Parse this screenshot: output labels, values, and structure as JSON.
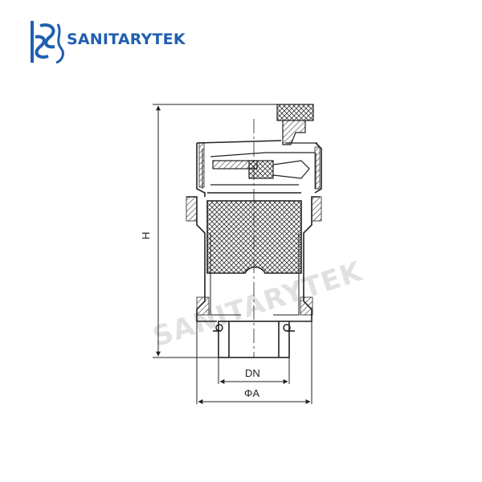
{
  "brand": {
    "name": "SANITARYTEK",
    "color": "#1f5fb0",
    "icon": "sanitarytek-logo-icon"
  },
  "watermark": {
    "text": "SANITARYTEK"
  },
  "dimensions": {
    "height_label": "H",
    "thread_label": "DN",
    "diameter_label": "ΦA"
  },
  "drawing": {
    "subject": "automatic-air-vent-cross-section",
    "line_color": "#222222",
    "hatch_color": "#333333"
  }
}
